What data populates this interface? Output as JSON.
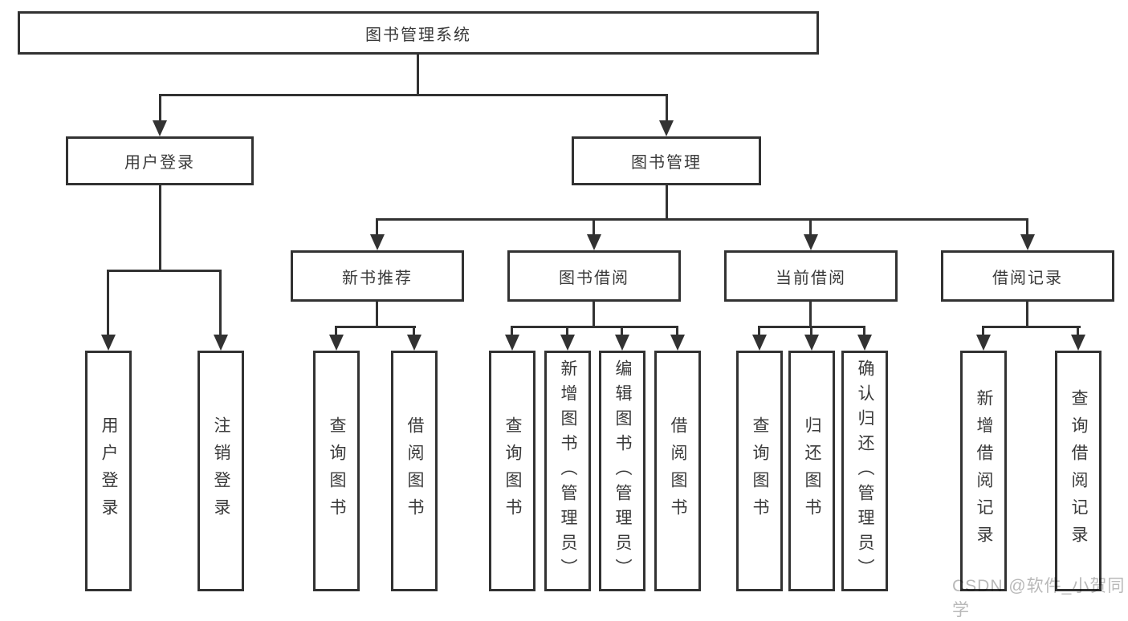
{
  "diagram": {
    "title_node": {
      "label": "图书管理系统"
    },
    "level2": [
      {
        "label": "用户登录"
      },
      {
        "label": "图书管理"
      }
    ],
    "level3": [
      {
        "label": "新书推荐"
      },
      {
        "label": "图书借阅"
      },
      {
        "label": "当前借阅"
      },
      {
        "label": "借阅记录"
      }
    ],
    "leaves": [
      {
        "label": "用户登录"
      },
      {
        "label": "注销登录"
      },
      {
        "label": "查询图书"
      },
      {
        "label": "借阅图书"
      },
      {
        "label": "查询图书"
      },
      {
        "label": "新增图书（管理员）"
      },
      {
        "label": "编辑图书（管理员）"
      },
      {
        "label": "借阅图书"
      },
      {
        "label": "查询图书"
      },
      {
        "label": "归还图书"
      },
      {
        "label": "确认归还（管理员）"
      },
      {
        "label": "新增借阅记录"
      },
      {
        "label": "查询借阅记录"
      }
    ],
    "colors": {
      "line": "#323232",
      "text": "#3a3a3a",
      "background": "#ffffff",
      "watermark": "#b9b9b9"
    },
    "watermark": {
      "text": "CSDN @软件_小贺同学"
    }
  }
}
